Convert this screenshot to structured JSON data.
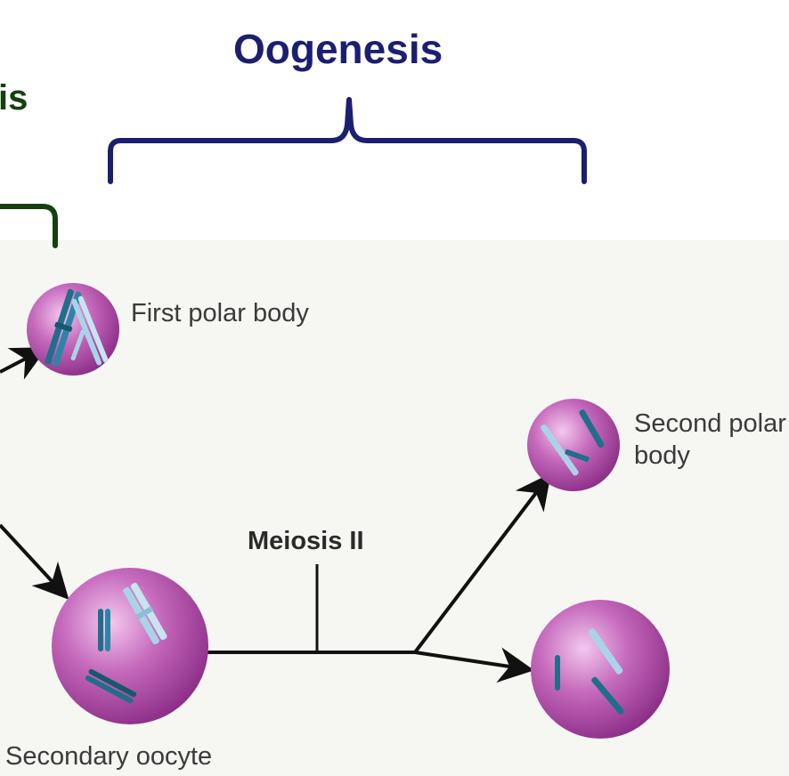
{
  "header": {
    "oogenesis_title": "Oogenesis",
    "partial_title": "is"
  },
  "labels": {
    "first_polar_body": "First polar body",
    "second_polar_body": "Second polar body",
    "meiosis_ii": "Meiosis II",
    "secondary_oocyte": "Secondary oocyte"
  },
  "colors": {
    "oogenesis_bracket": "#1a1f70",
    "left_bracket": "#14400f",
    "cell_fill": "#b04ea8",
    "chromosome_dark": "#1f6e8a",
    "chromosome_light": "#a9d4e8",
    "panel_bg": "#f6f7f2"
  }
}
